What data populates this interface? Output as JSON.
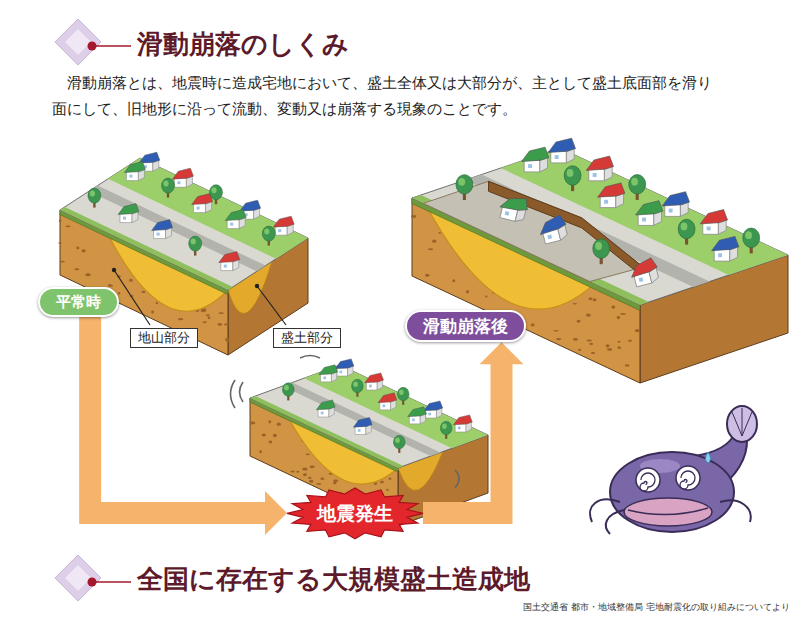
{
  "diagram": {
    "title": "滑動崩落のしくみ",
    "nodes": [
      {
        "text": [
          "平常時"
        ]
      },
      {
        "text": [
          "地山部分"
        ]
      },
      {
        "text": [
          "盛土部分"
        ]
      },
      {
        "text": [
          "地震発生"
        ]
      },
      {
        "text": [
          "滑動崩落後"
        ]
      }
    ],
    "edges": [
      {
        "from": 0,
        "to": 3,
        "arrow": "to"
      },
      {
        "from": 3,
        "to": 4,
        "arrow": "to"
      }
    ],
    "labels": [
      "滑動崩落とは、地震時に造成宅地において、盛土全体又は大部分が、主として盛土底面部を滑り面にして、旧地形に沿って流動、変動又は崩落する現象のことです。",
      "全国に存在する大規模盛土造成地",
      "国土交通省 都市・地域整備局 宅地耐震化の取り組みについてより"
    ]
  }
}
